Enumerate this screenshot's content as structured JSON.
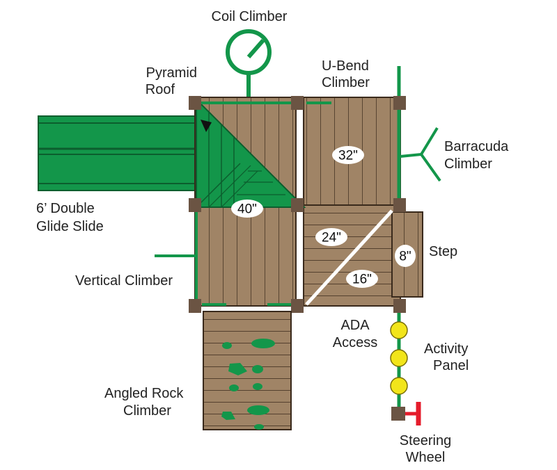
{
  "diagram": {
    "colors": {
      "deck_wood": "#a08466",
      "deck_line": "#3a2a1c",
      "post": "#6b5443",
      "green": "#13964a",
      "green_dark": "#0c5e2e",
      "yellow": "#f2e51a",
      "red": "#e51c2b",
      "label": "#222222"
    },
    "labels": {
      "coil_climber": "Coil Climber",
      "pyramid_roof_1": "Pyramid",
      "pyramid_roof_2": "Roof",
      "u_bend_1": "U-Bend",
      "u_bend_2": "Climber",
      "barracuda_1": "Barracuda",
      "barracuda_2": "Climber",
      "double_slide_1": "6’ Double",
      "double_slide_2": "Glide Slide",
      "step": "Step",
      "vertical_climber": "Vertical Climber",
      "ada_1": "ADA",
      "ada_2": "Access",
      "activity_1": "Activity",
      "activity_2": "Panel",
      "rock_1": "Angled Rock",
      "rock_2": "Climber",
      "steering_1": "Steering",
      "steering_2": "Wheel"
    },
    "heights": {
      "deck_32": "32\"",
      "deck_40": "40\"",
      "deck_24": "24\"",
      "deck_16": "16\"",
      "step_8": "8\""
    }
  }
}
